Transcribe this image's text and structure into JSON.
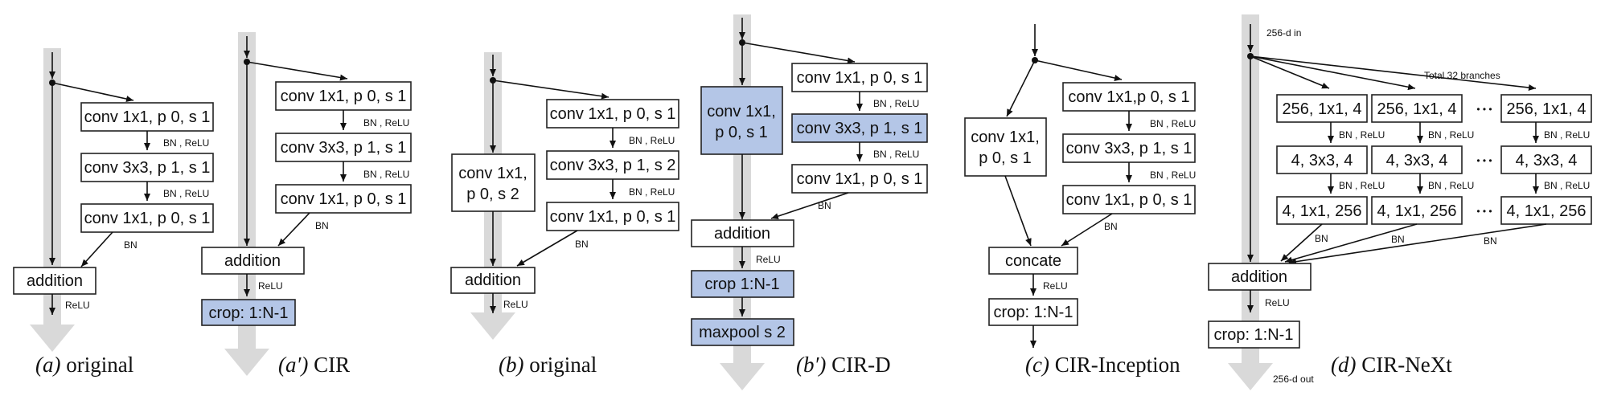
{
  "colors": {
    "highlight_box": "#b4c6e7",
    "shortcut": "#d9d9d9"
  },
  "panels": {
    "a": {
      "caption_letter": "(a)",
      "caption_title": " original",
      "box1": "conv 1x1, p 0, s 1",
      "box2": "conv 3x3, p 1, s 1",
      "box3": "conv 1x1, p 0, s 1",
      "lab1": "BN , ReLU",
      "lab2": "BN , ReLU",
      "lab_bn": "BN",
      "addition": "addition",
      "relu": "ReLU"
    },
    "a2": {
      "caption_letter": "(a′)",
      "caption_title": " CIR",
      "box1": "conv 1x1, p 0, s 1",
      "box2": "conv 3x3,  p 1, s 1",
      "box3": "conv 1x1, p 0, s 1",
      "lab1": "BN , ReLU",
      "lab2": "BN , ReLU",
      "lab_bn": "BN",
      "addition": "addition",
      "relu": "ReLU",
      "crop": "crop: 1:N-1"
    },
    "b": {
      "caption_letter": "(b)",
      "caption_title": " original",
      "side_line1": "conv 1x1,",
      "side_line2": "p 0, s 2",
      "box1": "conv 1x1, p 0, s 1",
      "box2": "conv 3x3, p 1, s 2",
      "box3": "conv 1x1, p 0, s 1",
      "lab1": "BN , ReLU",
      "lab2": "BN , ReLU",
      "lab_bn": "BN",
      "addition": "addition",
      "relu": "ReLU"
    },
    "b2": {
      "caption_letter": "(b′)",
      "caption_title": " CIR-D",
      "side_line1": "conv 1x1,",
      "side_line2": "p 0, s 1",
      "box1": "conv 1x1, p 0, s 1",
      "box2": "conv 3x3, p 1, s 1",
      "box3": "conv 1x1, p 0, s 1",
      "lab1": "BN , ReLU",
      "lab2": "BN , ReLU",
      "lab_bn": "BN",
      "addition": "addition",
      "relu": "ReLU",
      "crop": "crop 1:N-1",
      "maxpool": "maxpool s 2"
    },
    "c": {
      "caption_letter": "(c)",
      "caption_title": " CIR-Inception",
      "side_line1": "conv 1x1,",
      "side_line2": "p 0, s 1",
      "box1": "conv 1x1,p 0, s 1",
      "box2": "conv 3x3, p 1, s 1",
      "box3": "conv 1x1, p 0, s 1",
      "lab1": "BN , ReLU",
      "lab2": "BN , ReLU",
      "lab_bn": "BN",
      "concate": "concate",
      "relu": "ReLU",
      "crop": "crop: 1:N-1"
    },
    "d": {
      "caption_letter": "(d)",
      "caption_title": " CIR-NeXt",
      "input_label": "256-d in",
      "output_label": "256-d out",
      "branches_label": "Total 32 branches",
      "row1": "256, 1x1, 4",
      "row2": "4, 3x3, 4",
      "row3": "4, 1x1, 256",
      "ellipsis": "• • •",
      "lab_bnrelu": "BN , ReLU",
      "lab_bn": "BN",
      "addition": "addition",
      "relu": "ReLU",
      "crop": "crop: 1:N-1"
    }
  }
}
